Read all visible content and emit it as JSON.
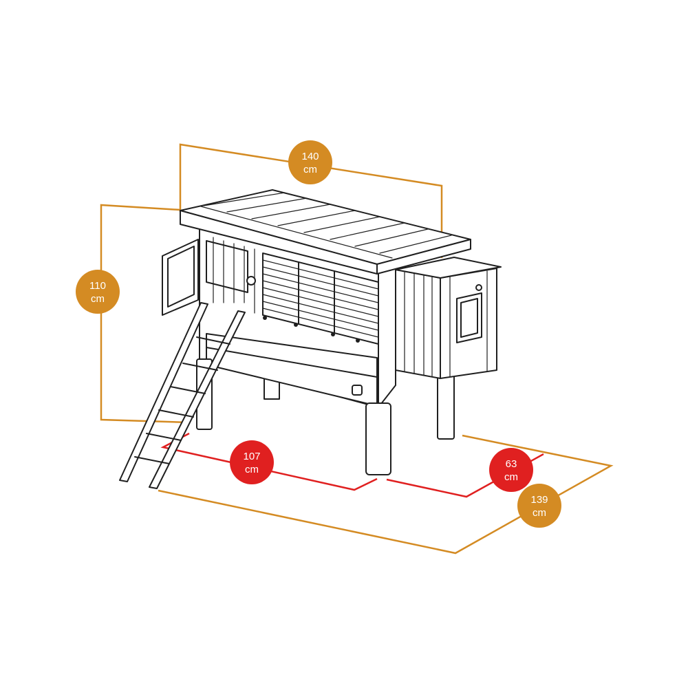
{
  "colors": {
    "overall_dimension": "#d48b23",
    "inner_dimension": "#e02020",
    "badge_text": "#ffffff",
    "drawing": "#1f1f1f"
  },
  "dimensions": {
    "width_top": {
      "value": "140",
      "unit": "cm"
    },
    "height": {
      "value": "110",
      "unit": "cm"
    },
    "inner_length": {
      "value": "107",
      "unit": "cm"
    },
    "inner_depth": {
      "value": "63",
      "unit": "cm"
    },
    "overall_depth": {
      "value": "139",
      "unit": "cm"
    }
  }
}
